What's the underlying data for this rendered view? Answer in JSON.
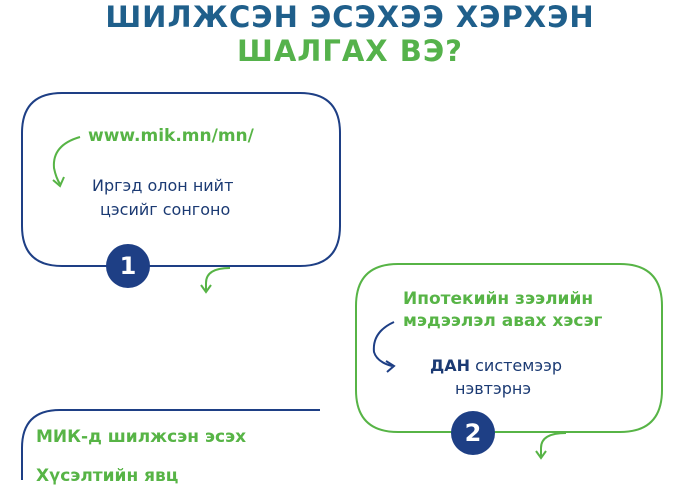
{
  "header": {
    "line1": "ШИЛЖСЭН ЭСЭХЭЭ ХЭРХЭН",
    "line2": "ШАЛГАХ ВЭ?"
  },
  "step1": {
    "link": "www.mik.mn/mn/",
    "text_line1": "Иргэд олон нийт",
    "text_line2": "цэсийг сонгоно",
    "badge": "1"
  },
  "step2": {
    "heading_line1": "Ипотекийн зээлийн",
    "heading_line2": "мэдээлэл авах хэсэг",
    "text_bold": "ДАН",
    "text_rest": " системээр",
    "text_line2": "нэвтэрнэ",
    "badge": "2"
  },
  "step3": {
    "heading": "МИК-д шилжсэн эсэх",
    "text_partial": "Хүсэлтийн явц"
  },
  "colors": {
    "brand_blue": "#1f5f8b",
    "brand_green": "#55b24b",
    "navy": "#1b3a73",
    "badge_bg": "#1e3f85"
  }
}
